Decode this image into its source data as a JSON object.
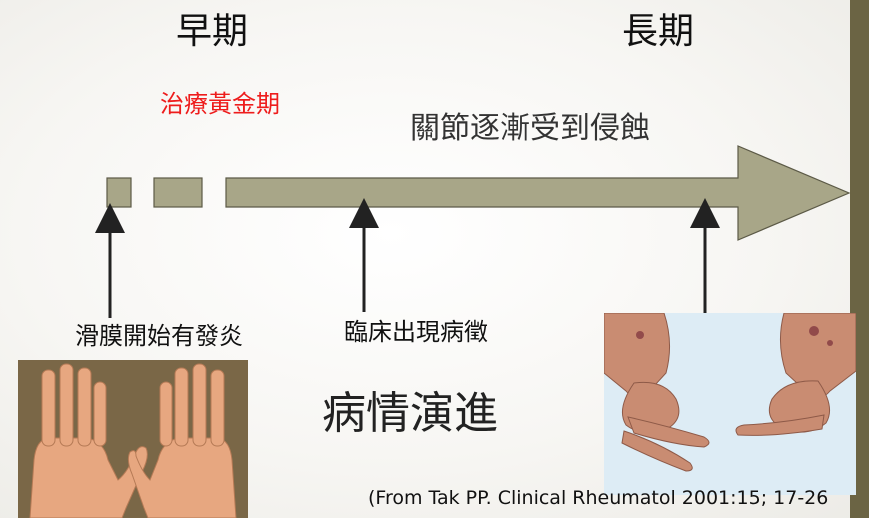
{
  "labels": {
    "early": "早期",
    "late": "長期",
    "golden_period": "治療黃金期",
    "joint_erosion": "關節逐漸受到侵蝕",
    "synovitis_onset": "滑膜開始有發炎",
    "clinical_signs": "臨床出現病徵",
    "disease_progression": "病情演進",
    "citation": "(From Tak PP. Clinical Rheumatol 2001:15; 17-26"
  },
  "colors": {
    "arrow_fill": "#a8a688",
    "arrow_stroke": "#5c5a47",
    "golden_text": "#ee1c1c",
    "side_bar": "#6b6444"
  },
  "images": {
    "early_hands": "photo of normal-looking hands (early stage)",
    "late_hands": "photo of deformed hands (long-term stage)"
  }
}
